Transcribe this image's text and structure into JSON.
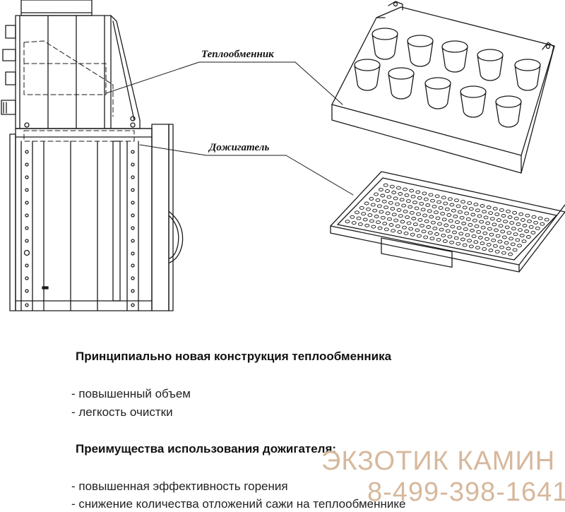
{
  "labels": {
    "heat_exchanger": "Теплообменник",
    "afterburner": "Дожигатель"
  },
  "text": {
    "heading1": "Принципиально новая конструкция теплообменника",
    "list1": [
      "- повышенный объем",
      "- легкость очистки"
    ],
    "heading2": "Преимущества использования дожигателя:",
    "list2": [
      "- повышенная эффективность горения",
      "- снижение количества отложений сажи на теплообменнике"
    ]
  },
  "watermark": {
    "name": "ЭКЗОТИК КАМИН",
    "phone": "8-499-398-1641"
  },
  "colors": {
    "line": "#1a1a1a",
    "watermark": "#d7b89c"
  }
}
